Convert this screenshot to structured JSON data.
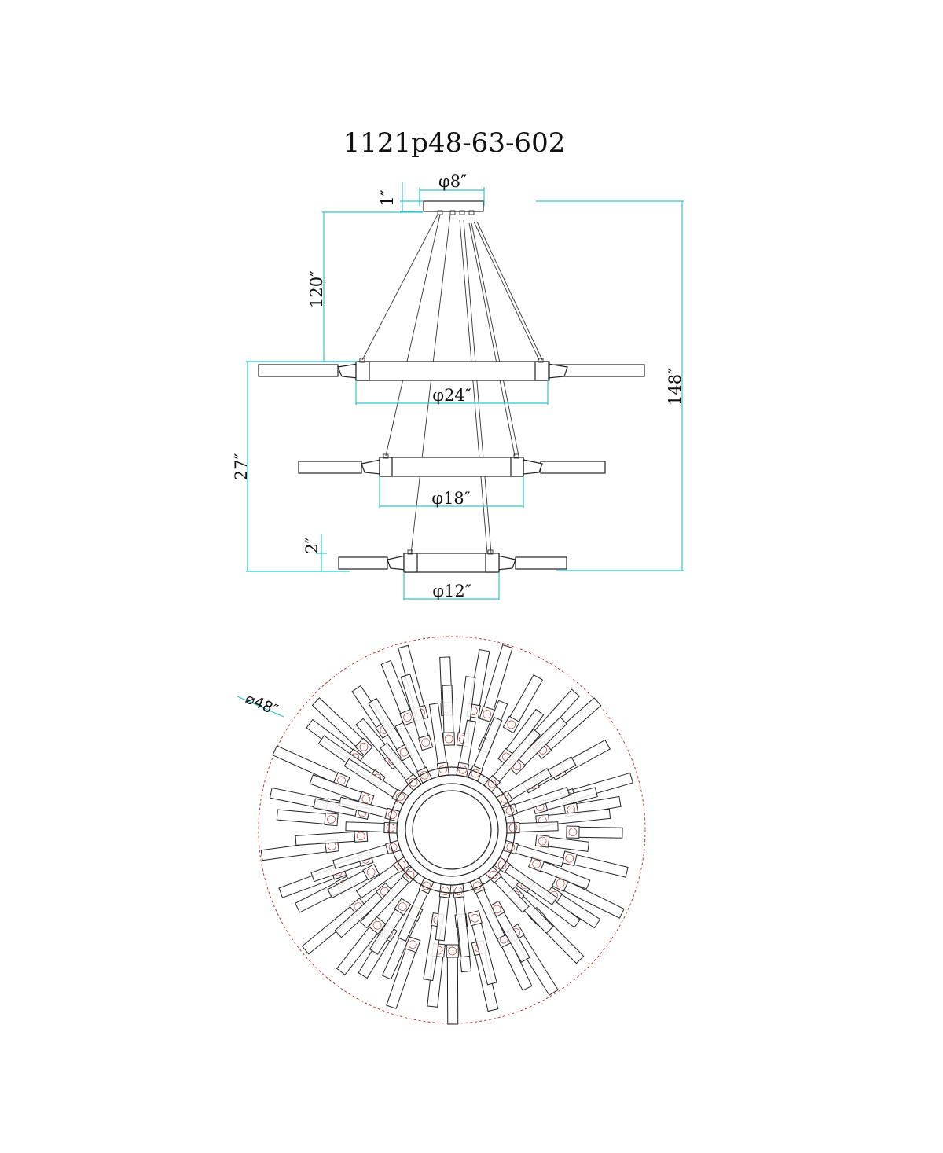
{
  "drawing": {
    "model_number": "1121p48-63-602"
  },
  "dimensions": {
    "canopy_diameter": "φ8″",
    "canopy_height": "1″",
    "cable_length": "120″",
    "overall_height": "148″",
    "fixture_height": "27″",
    "ring_height": "2″",
    "top_ring_diameter": "φ24″",
    "middle_ring_diameter": "φ18″",
    "bottom_ring_diameter": "φ12″",
    "spread_diameter": "⌀48″"
  },
  "colors": {
    "dimension_lines": "#2ec5cc",
    "outline": "#222222",
    "spread_circle": "#c0392b"
  }
}
